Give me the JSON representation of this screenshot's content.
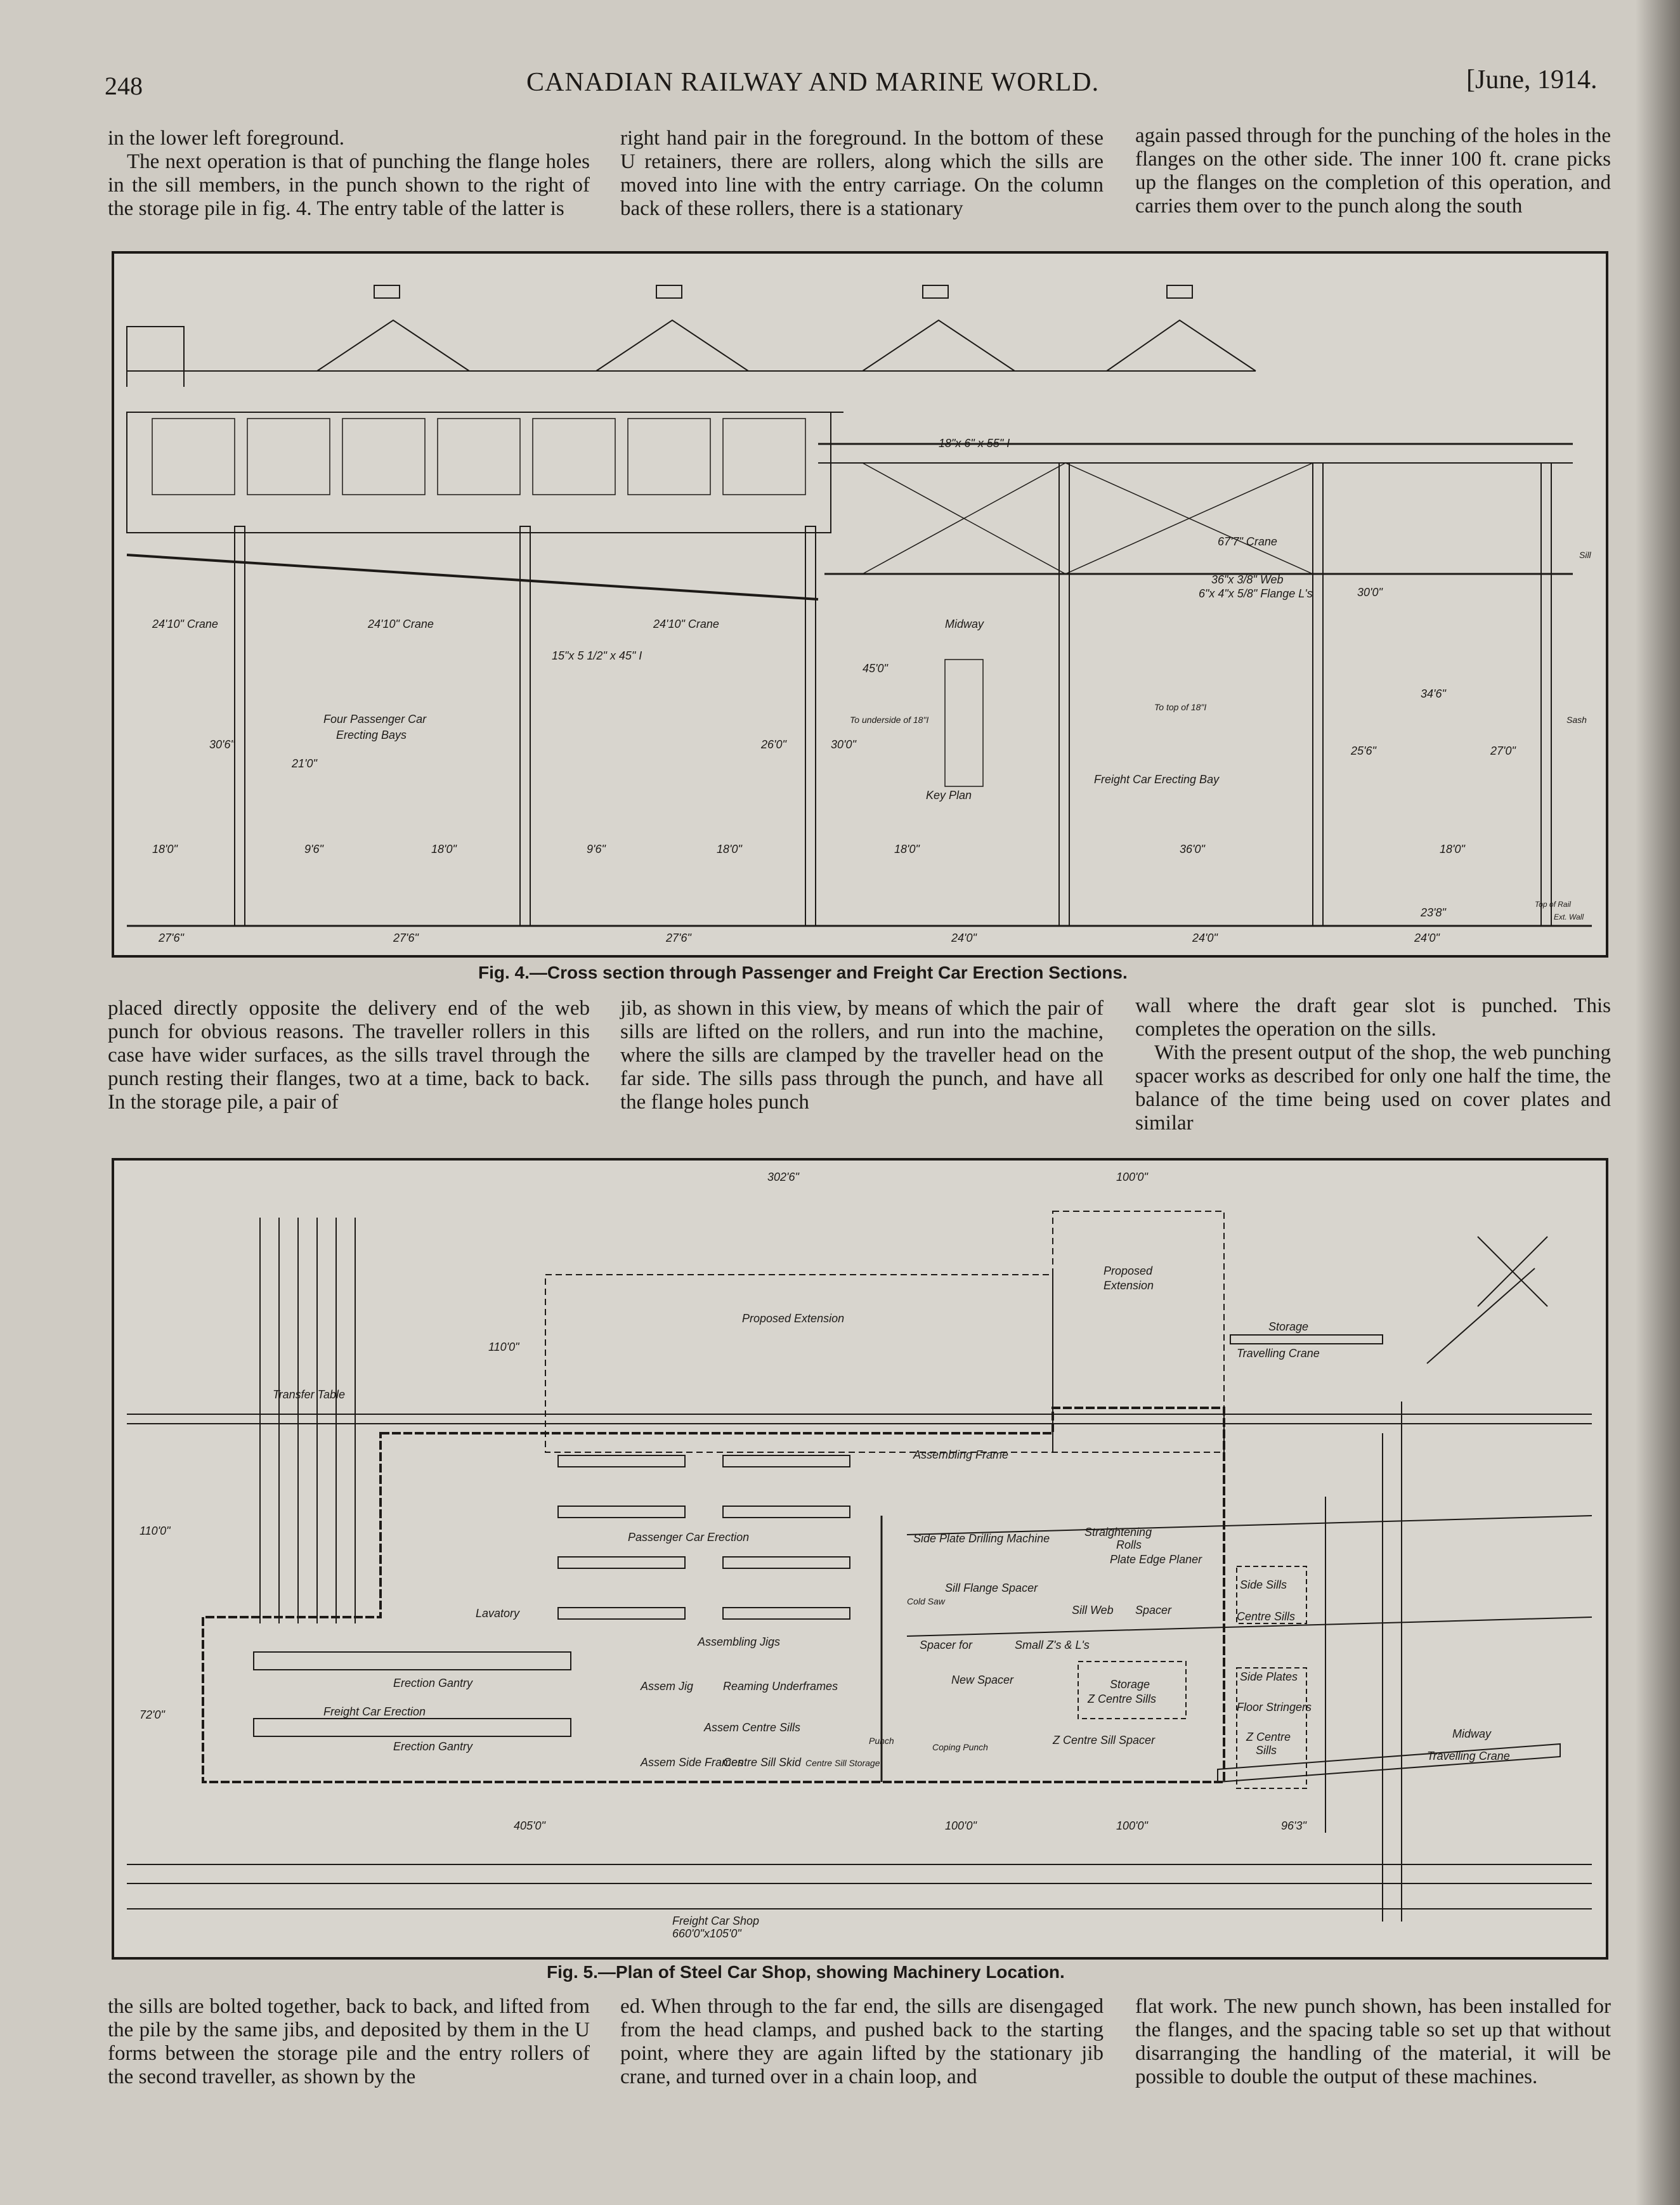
{
  "header": {
    "page_number": "248",
    "journal_title": "CANADIAN RAILWAY AND MARINE WORLD.",
    "issue": "[June, 1914."
  },
  "top_columns": {
    "col1": [
      "in the lower left foreground.",
      "The next operation is that of punching the flange holes in the sill members, in the punch shown to the right of the storage pile in fig. 4. The entry table of the latter is"
    ],
    "col2": "right hand pair in the foreground. In the bottom of these U retainers, there are rollers, along which the sills are moved into line with the entry carriage. On the column back of these rollers, there is a stationary",
    "col3": "again passed through for the punching of the holes in the flanges on the other side. The inner 100 ft. crane picks up the flanges on the completion of this operation, and carries them over to the punch along the south"
  },
  "fig4": {
    "caption": "Fig. 4.—Cross section through Passenger and Freight Car Erection Sections.",
    "labels": {
      "crane1": "24'10\" Crane",
      "crane2": "24'10\" Crane",
      "crane3": "24'10\" Crane",
      "beam_top": "18\"x 6\" x 55\" I",
      "crane4": "67'7\" Crane",
      "web": "36\"x 3/8\" Web",
      "flange": "6\"x 4\"x 5/8\" Flange L's",
      "column": "15\"x 5 1/2\" x 45\" I",
      "bays": "Four Passenger Car",
      "bays2": "Erecting Bays",
      "midway": "Midway",
      "key_plan": "Key Plan",
      "freight_bay": "Freight Car Erecting Bay",
      "h1": "30'6\"",
      "h2": "21'0\"",
      "h3": "26'0\"",
      "h4": "45'0\"",
      "h5": "30'0\"",
      "h6": "25'6\"",
      "h7": "34'6\"",
      "h8": "27'0\"",
      "h9": "30'0\"",
      "under": "To underside of 18\"I",
      "top18": "To top of 18\"I",
      "d1": "18'0\"",
      "d2": "9'6\"",
      "d3": "18'0\"",
      "d4": "9'6\"",
      "d5": "18'0\"",
      "d6": "18'0\"",
      "d7": "36'0\"",
      "d8": "18'0\"",
      "b1": "27'6\"",
      "b2": "27'6\"",
      "b3": "27'6\"",
      "b4": "24'0\"",
      "b5": "24'0\"",
      "b6": "24'0\"",
      "b7": "23'8\"",
      "sill": "Sill",
      "rail": "Top of Rail",
      "wall": "Ext. Wall",
      "sash": "Sash"
    }
  },
  "mid_columns": {
    "col1": "placed directly opposite the delivery end of the web punch for obvious reasons. The traveller rollers in this case have wider surfaces, as the sills travel through the punch resting their flanges, two at a time, back to back. In the storage pile, a pair of",
    "col2": "jib, as shown in this view, by means of which the pair of sills are lifted on the rollers, and run into the machine, where the sills are clamped by the traveller head on the far side. The sills pass through the punch, and have all the flange holes punch",
    "col3": [
      "wall where the draft gear slot is punched. This completes the operation on the sills.",
      "With the present output of the shop, the web punching spacer works as described for only one half the time, the balance of the time being used on cover plates and similar"
    ]
  },
  "fig5": {
    "caption": "Fig. 5.—Plan of Steel Car Shop, showing Machinery Location.",
    "labels": {
      "dim_top1": "302'6\"",
      "dim_top2": "100'0\"",
      "proposed_ext": "Proposed Extension",
      "proposed_ext2a": "Proposed",
      "proposed_ext2b": "Extension",
      "dim_110a": "110'0\"",
      "dim_110b": "110'0\"",
      "dim_72": "72'0\"",
      "transfer": "Transfer Table",
      "storage_crane1": "Storage",
      "storage_crane2": "Travelling Crane",
      "assembling_frame": "Assembling Frame",
      "passenger": "Passenger Car Erection",
      "lavatory": "Lavatory",
      "erection_gantry1": "Erection Gantry",
      "freight_erection": "Freight Car Erection",
      "erection_gantry2": "Erection Gantry",
      "assembling_jigs": "Assembling Jigs",
      "assem_jig": "Assem Jig",
      "reaming": "Reaming Underframes",
      "assem_centre": "Assem Centre Sills",
      "assem_side": "Assem Side Frames",
      "centre_skid": "Centre Sill Skid",
      "centre_storage": "Centre Sill Storage",
      "side_plate_drill": "Side Plate Drilling Machine",
      "straightening": "Straightening",
      "rolls": "Rolls",
      "plate_edge": "Plate Edge Planer",
      "sill_flange": "Sill Flange Spacer",
      "sill_web": "Sill Web",
      "spacer": "Spacer",
      "spacer_small": "Spacer for",
      "small_zs": "Small Z's & L's",
      "new_spacer": "New Spacer",
      "storage_z1": "Storage",
      "storage_z2": "Z Centre Sills",
      "z_centre_spacer": "Z Centre Sill Spacer",
      "side_sills": "Side Sills",
      "centre_sills": "Centre Sills",
      "side_plates": "Side Plates",
      "floor_stringers": "Floor Stringers",
      "z_centre_a": "Z Centre",
      "z_centre_b": "Sills",
      "midway1": "Midway",
      "midway2": "Travelling Crane",
      "dim_b1": "405'0\"",
      "dim_b2": "100'0\"",
      "dim_b3": "100'0\"",
      "dim_b4": "96'3\"",
      "freight_shop1": "Freight Car Shop",
      "freight_shop2": "660'0\"x105'0\"",
      "punch": "Punch",
      "cold_saw": "Cold Saw",
      "coping_punch": "Coping Punch"
    }
  },
  "bottom_columns": {
    "col1": "the sills are bolted together, back to back, and lifted from the pile by the same jibs, and deposited by them in the U forms between the storage pile and the entry rollers of the second traveller, as shown by the",
    "col2": "ed. When through to the far end, the sills are disengaged from the head clamps, and pushed back to the starting point, where they are again lifted by the stationary jib crane, and turned over in a chain loop, and",
    "col3": "flat work. The new punch shown, has been installed for the flanges, and the spacing table so set up that without disarranging the handling of the material, it will be possible to double the output of these machines."
  }
}
